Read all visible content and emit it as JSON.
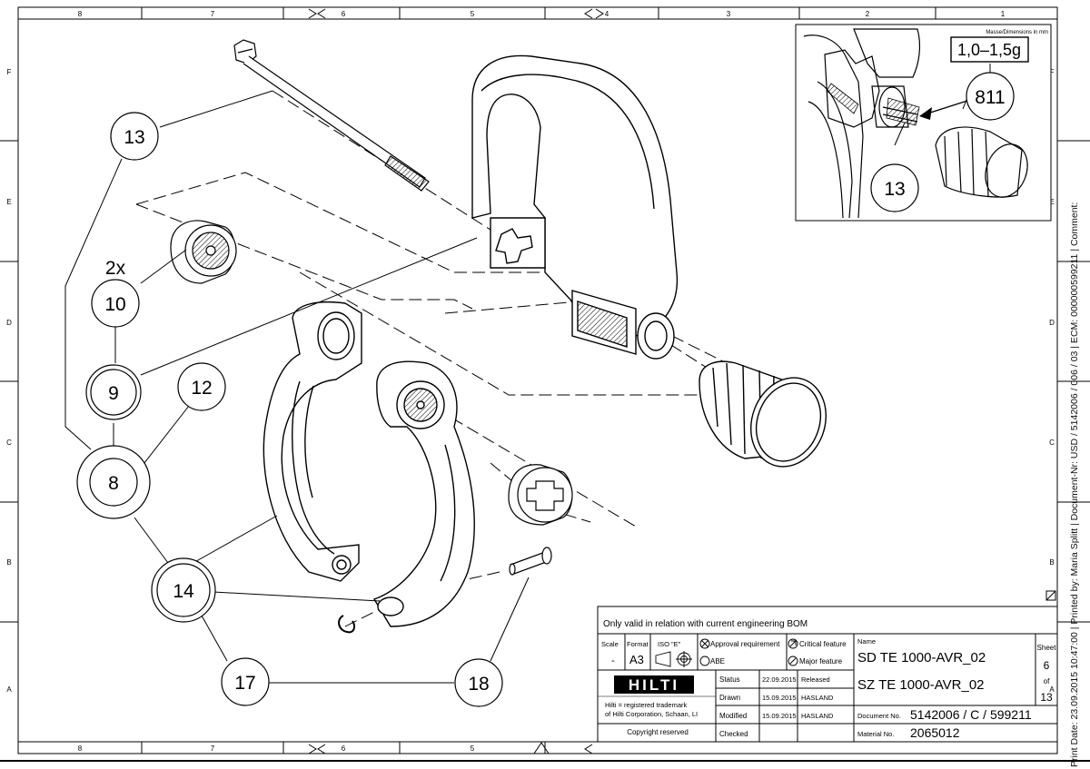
{
  "border": {
    "columns_top": [
      "8",
      "7",
      "6",
      "5",
      "4",
      "3",
      "2",
      "1"
    ],
    "columns_bottom": [
      "8",
      "7",
      "6",
      "5"
    ],
    "rows": [
      "F",
      "E",
      "D",
      "C",
      "B",
      "A"
    ]
  },
  "callouts": {
    "c13": "13",
    "c10": "10",
    "c10_qty": "2x",
    "c9": "9",
    "c12": "12",
    "c8": "8",
    "c14": "14",
    "c17": "17",
    "c18": "18"
  },
  "detail": {
    "units_note": "Masse/Dimensions in mm",
    "weight_box": "1,0–1,5g",
    "callout_811": "811",
    "callout_13": "13"
  },
  "title_block": {
    "validity_note": "Only valid in relation with current engineering BOM",
    "scale_label": "Scale",
    "scale_value": "-",
    "format_label": "Format",
    "format_value": "A3",
    "iso_label": "ISO \"E\"",
    "approval_label": "Approval requirement",
    "abe_label": "ABE",
    "critical_label": "Critical feature",
    "major_label": "Major feature",
    "name_label": "Name",
    "name_line1": "SD TE 1000-AVR_02",
    "name_line2": "SZ TE 1000-AVR_02",
    "sheet_label": "Sheet",
    "sheet_value": "6",
    "of_label": "of",
    "of_value": "13",
    "logo_text": "HILTI",
    "trademark_line1": "Hilti = registered trademark",
    "trademark_line2": "of Hilti Corporation, Schaan, LI",
    "copyright": "Copyright reserved",
    "rows": [
      {
        "label": "Status",
        "date": "22.09.2015",
        "value": "Released"
      },
      {
        "label": "Drawn",
        "date": "15.09.2015",
        "value": "HASLAND"
      },
      {
        "label": "Modified",
        "date": "15.09.2015",
        "value": "HASLAND"
      },
      {
        "label": "Checked",
        "date": "",
        "value": ""
      }
    ],
    "document_label": "Document No.",
    "document_value": "5142006 / C / 599211",
    "material_label": "Material No.",
    "material_value": "2065012"
  },
  "side_note": "Print Date: 23.09.2015 10:47:00 | Printed by: Maria Splitt | Document-Nr: USD / 5142006 / 006 / 03 | ECM: 000000599211 | Comment:"
}
